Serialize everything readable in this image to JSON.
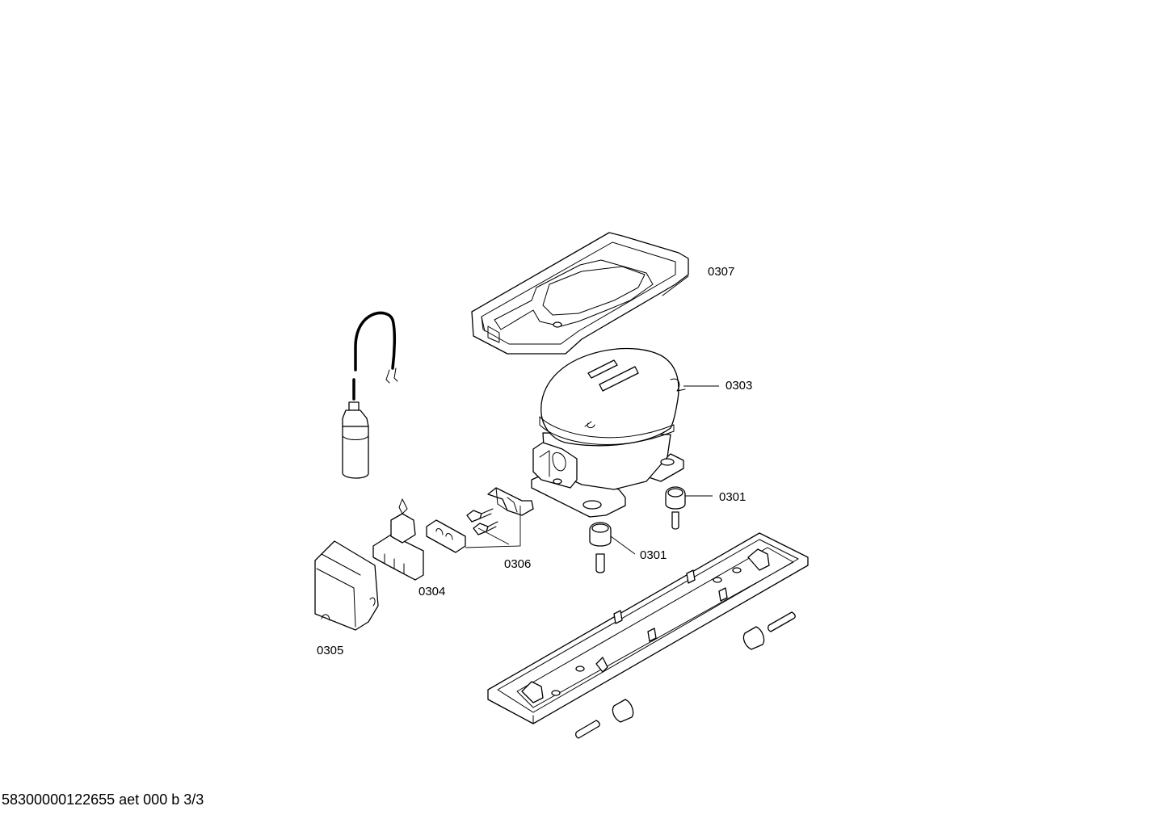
{
  "parts": [
    {
      "id": "drip-tray",
      "number": "0307"
    },
    {
      "id": "compressor",
      "number": "0303"
    },
    {
      "id": "grommet-right",
      "number": "0301"
    },
    {
      "id": "grommet-front",
      "number": "0301"
    },
    {
      "id": "clamp-and-screws",
      "number": "0306"
    },
    {
      "id": "starter-relay",
      "number": "0304"
    },
    {
      "id": "relay-cover",
      "number": "0305"
    }
  ],
  "footer": {
    "text": "58300000122655 aet 000 b 3/3"
  },
  "colors": {
    "line": "#000000",
    "background": "#ffffff"
  }
}
